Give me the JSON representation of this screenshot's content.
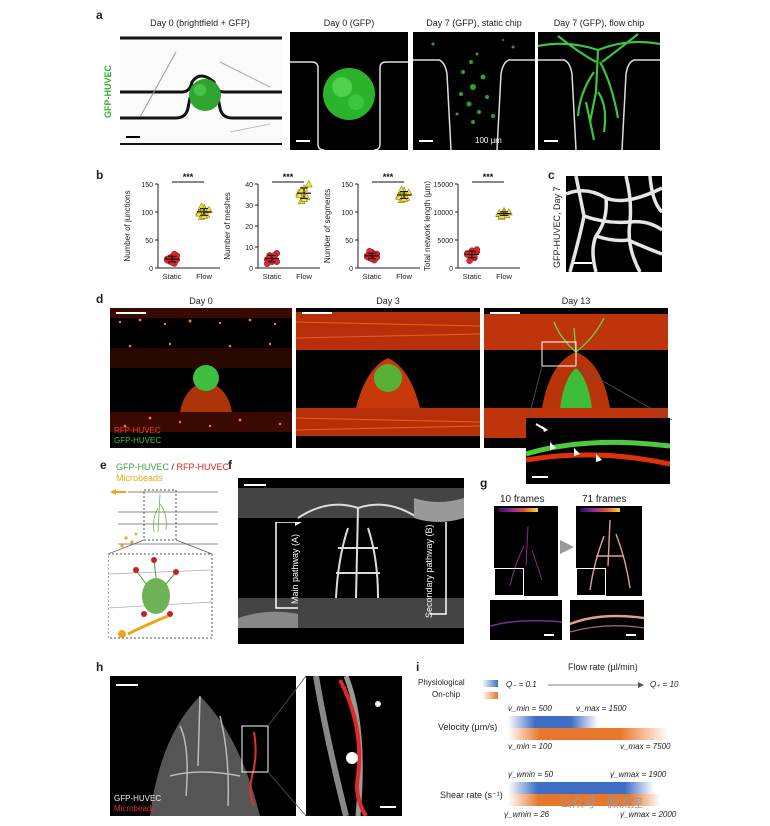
{
  "panel_letters": {
    "a": "a",
    "b": "b",
    "c": "c",
    "d": "d",
    "e": "e",
    "f": "f",
    "g": "g",
    "h": "h",
    "i": "i"
  },
  "a": {
    "titles": [
      "Day 0 (brightfield + GFP)",
      "Day 0 (GFP)",
      "Day 7 (GFP), static chip",
      "Day 7 (GFP), flow chip"
    ],
    "side_label": "GFP-HUVEC",
    "scale_text": "100 µm"
  },
  "b": {
    "charts": [
      {
        "ylabel": "Number of junctions",
        "yticks": [
          "0",
          "50",
          "100",
          "150"
        ],
        "ymax": 150,
        "static": [
          16,
          12,
          20,
          8,
          22,
          14,
          18,
          10,
          25,
          15
        ],
        "flow": [
          100,
          92,
          108,
          96,
          104,
          98,
          110,
          94
        ],
        "sig": "***",
        "cats": [
          "Static",
          "Flow"
        ]
      },
      {
        "ylabel": "Number of meshes",
        "yticks": [
          "0",
          "10",
          "20",
          "30",
          "40"
        ],
        "ymax": 40,
        "static": [
          4,
          6,
          3,
          5,
          7,
          2,
          5,
          4,
          6,
          3
        ],
        "flow": [
          36,
          32,
          38,
          34,
          40,
          35,
          37,
          33
        ],
        "sig": "***",
        "cats": [
          "Static",
          "Flow"
        ]
      },
      {
        "ylabel": "Number of segments",
        "yticks": [
          "0",
          "50",
          "100",
          "150"
        ],
        "ymax": 150,
        "static": [
          22,
          18,
          28,
          14,
          25,
          20,
          30,
          16,
          24,
          19
        ],
        "flow": [
          130,
          122,
          138,
          126,
          135,
          128,
          140,
          124
        ],
        "sig": "***",
        "cats": [
          "Static",
          "Flow"
        ]
      },
      {
        "ylabel": "Total network length (µm)",
        "yticks": [
          "0",
          "5000",
          "10000",
          "15000"
        ],
        "ymax": 15000,
        "static": [
          2600,
          2200,
          3100,
          1800,
          2900,
          2400,
          1300,
          2700,
          2000,
          3300
        ],
        "flow": [
          9700,
          9200,
          10200,
          9500,
          10000,
          9800,
          9400,
          9900
        ],
        "sig": "***",
        "cats": [
          "Static",
          "Flow"
        ]
      }
    ]
  },
  "c": {
    "side_label": "GFP-HUVEC, Day 7"
  },
  "d": {
    "titles": [
      "Day 0",
      "Day 3",
      "Day 13"
    ],
    "legend_red": "RFP-HUVEC",
    "legend_green": "GFP-HUVEC"
  },
  "e": {
    "legend_green": "GFP-HUVEC",
    "legend_sep": " / ",
    "legend_red": "RFP-HUVEC",
    "legend_beads": "Microbeads"
  },
  "f": {
    "main": "Main pathway (A)",
    "secondary": "Secondary pathway (B)"
  },
  "g": {
    "left": "10 frames",
    "right": "71 frames"
  },
  "h": {
    "legend_white": "GFP-HUVEC",
    "legend_red": "Microbeads"
  },
  "i": {
    "physio": "Physiological",
    "onchip": "On-chip",
    "flow_title": "Flow rate (µl/min)",
    "q_min": "Q₋ = 0.1",
    "q_max": "Q₊ = 10",
    "vel_label": "Velocity (µm/s)",
    "v_min_p": "v_min = 500",
    "v_max_p": "v_max = 1500",
    "v_min_c": "v_min = 100",
    "v_max_c": "v_max = 7500",
    "sr_label": "Shear rate (s⁻¹)",
    "g_min_p": "γ̇_wmin = 50",
    "g_max_p": "γ̇_wmax = 1900",
    "g_min_c": "γ̇_wmin = 26",
    "g_max_c": "γ̇_wmax = 2000",
    "colors": {
      "physio": "#3f6fc4",
      "onchip": "#e8772e"
    }
  },
  "watermark": "公众号 · 微流控"
}
